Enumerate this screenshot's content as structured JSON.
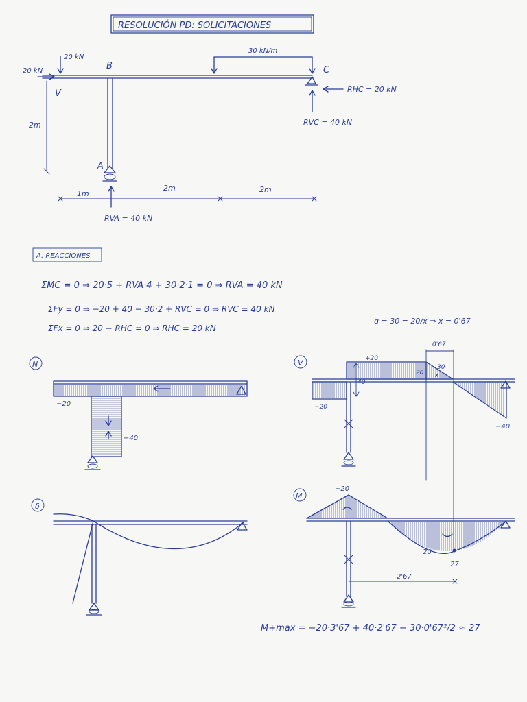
{
  "title": "RESOLUCIÓN PD: SOLICITACIONES",
  "structure": {
    "load_top": "20 kN",
    "load_left": "20 kN",
    "distributed": "30 kN/m",
    "node_b": "B",
    "node_c": "C",
    "node_a": "A",
    "node_v": "V",
    "height": "2m",
    "rhc": "RHC = 20 kN",
    "rvc": "RVC = 40 kN",
    "rva": "RVA = 40 kN",
    "span1": "1m",
    "span2": "2m",
    "span3": "2m"
  },
  "reactions": {
    "heading": "A. REACCIONES",
    "eq1": "ΣMC = 0 ⇒ 20·5 + RVA·4 + 30·2·1 = 0 ⇒ RVA = 40 kN",
    "eq2": "ΣFy = 0 ⇒ −20 + 40 − 30·2 + RVC = 0 ⇒ RVC = 40 kN",
    "eq3": "ΣFx = 0 ⇒ 20 − RHC = 0 ⇒ RHC = 20 kN",
    "eq4": "q = 30 = 20/x ⇒ x = 0'67"
  },
  "diagram_n": {
    "label": "N",
    "val_left": "−20",
    "val_col": "−40"
  },
  "diagram_v": {
    "label": "V",
    "v_plus20": "+20",
    "v_20": "20",
    "v_30": "30",
    "v_x": "x",
    "v_067": "0'67",
    "v_40": "40",
    "v_neg20": "−20",
    "v_neg40": "−40"
  },
  "diagram_d": {
    "label": "δ"
  },
  "diagram_m": {
    "label": "M",
    "m_neg20": "−20",
    "m_20": "20",
    "m_27": "27",
    "m_267": "2'67"
  },
  "mmax": "M+max = −20·3'67 + 40·2'67 − 30·0'67²/2 ≈ 27"
}
